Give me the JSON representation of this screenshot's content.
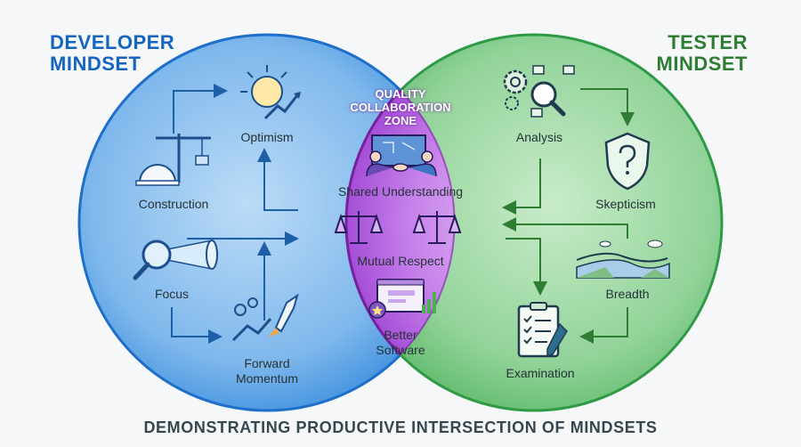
{
  "left_title": [
    "DEVELOPER",
    "MINDSET"
  ],
  "right_title": [
    "TESTER",
    "MINDSET"
  ],
  "center_title": [
    "QUALITY",
    "COLLABORATION",
    "ZONE"
  ],
  "developer_items": {
    "optimism": "Optimism",
    "construction": "Construction",
    "focus": "Focus",
    "forward_momentum": [
      "Forward",
      "Momentum"
    ]
  },
  "tester_items": {
    "analysis": "Analysis",
    "skepticism": "Skepticism",
    "breadth": "Breadth",
    "examination": "Examination"
  },
  "center_items": {
    "shared_understanding": "Shared Understanding",
    "mutual_respect": "Mutual Respect",
    "better_software": [
      "Better",
      "Software"
    ]
  },
  "footer": "DEMONSTRATING PRODUCTIVE INTERSECTION OF MINDSETS",
  "colors": {
    "developer": "#1565c0",
    "tester": "#2e7d32",
    "zone": "#8e24aa"
  },
  "icons": {
    "optimism": "sun-icon",
    "construction": "hardhat-crane-icon",
    "focus": "magnifier-spotlight-icon",
    "forward_momentum": "rocket-icon",
    "analysis": "gears-flowchart-icon",
    "skepticism": "shield-question-icon",
    "breadth": "landscape-icon",
    "examination": "clipboard-checklist-icon",
    "shared_understanding": "handshake-blueprint-icon",
    "mutual_respect": "balance-scales-icon",
    "better_software": "software-award-icon"
  }
}
